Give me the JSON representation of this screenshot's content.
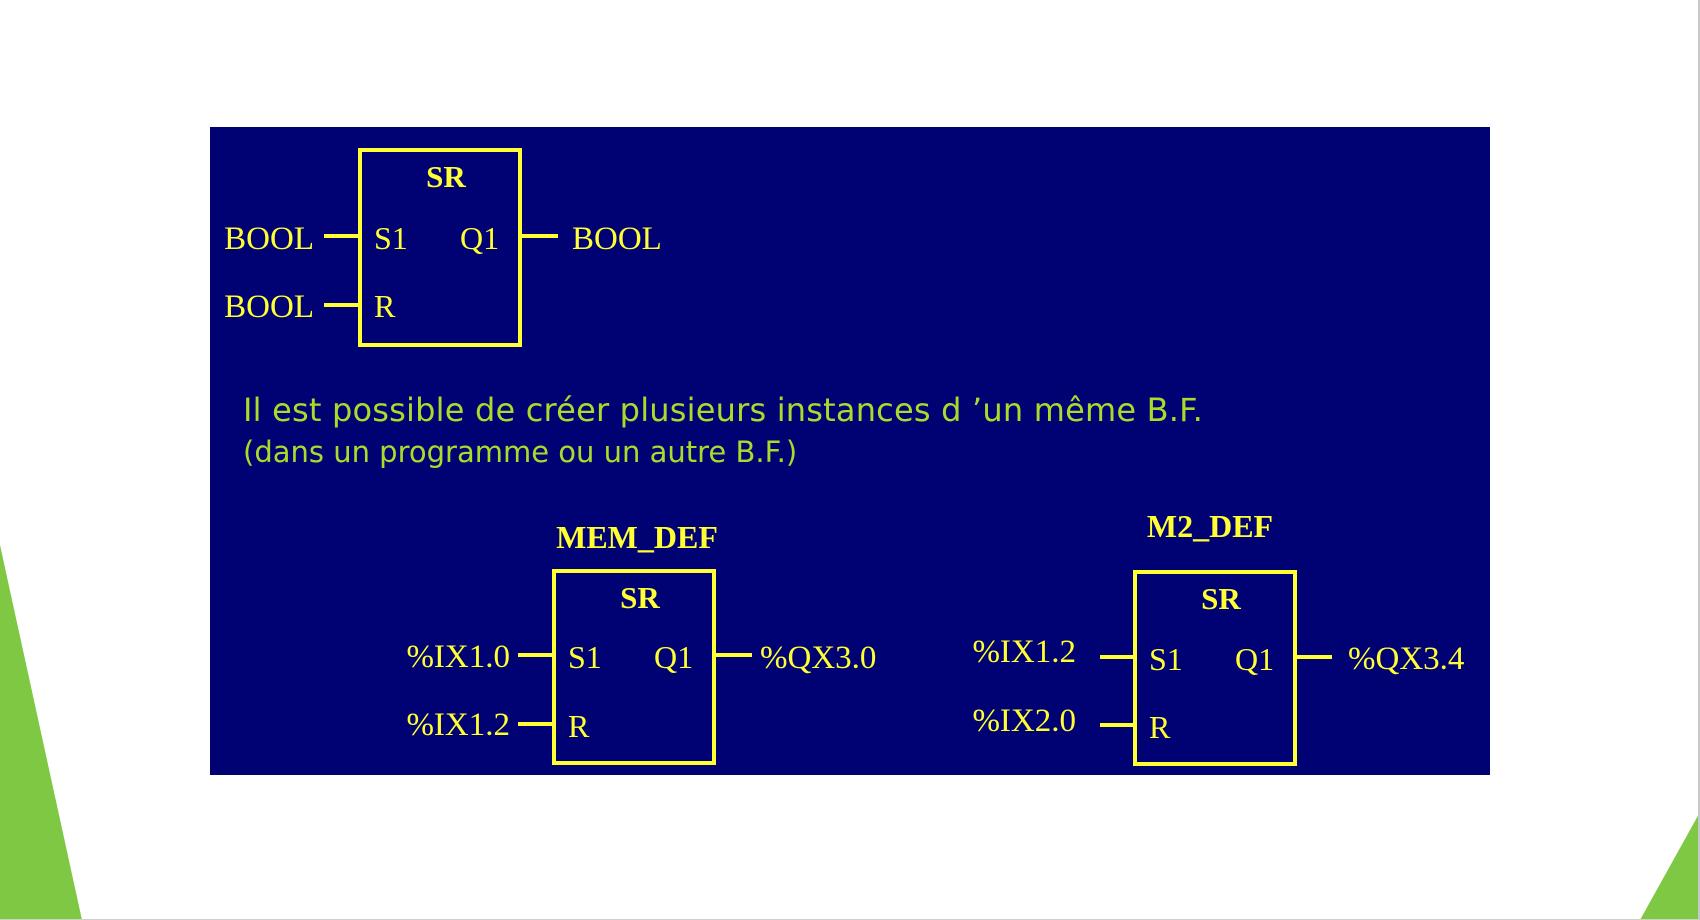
{
  "slide": {
    "background": "#ffffff",
    "accent_green": "#7ec843",
    "panel_color": "#000273",
    "diagram_color": "#ffff33",
    "caption_color": "#a8dc2a"
  },
  "blocks": {
    "generic": {
      "type_name": "SR",
      "in1_pin": "S1",
      "in2_pin": "R",
      "out_pin": "Q1",
      "in1_signal": "BOOL",
      "in2_signal": "BOOL",
      "out_signal": "BOOL"
    },
    "mem_def": {
      "instance_name": "MEM_DEF",
      "type_name": "SR",
      "in1_pin": "S1",
      "in2_pin": "R",
      "out_pin": "Q1",
      "in1_signal": "%IX1.0",
      "in2_signal": "%IX1.2",
      "out_signal": "%QX3.0"
    },
    "m2_def": {
      "instance_name": "M2_DEF",
      "type_name": "SR",
      "in1_pin": "S1",
      "in2_pin": "R",
      "out_pin": "Q1",
      "in1_signal": "%IX1.2",
      "in2_signal": "%IX2.0",
      "out_signal": "%QX3.4"
    }
  },
  "caption": {
    "line1": "Il est possible de créer plusieurs instances d ’un même B.F.",
    "line2": "(dans un programme ou un autre B.F.)"
  }
}
